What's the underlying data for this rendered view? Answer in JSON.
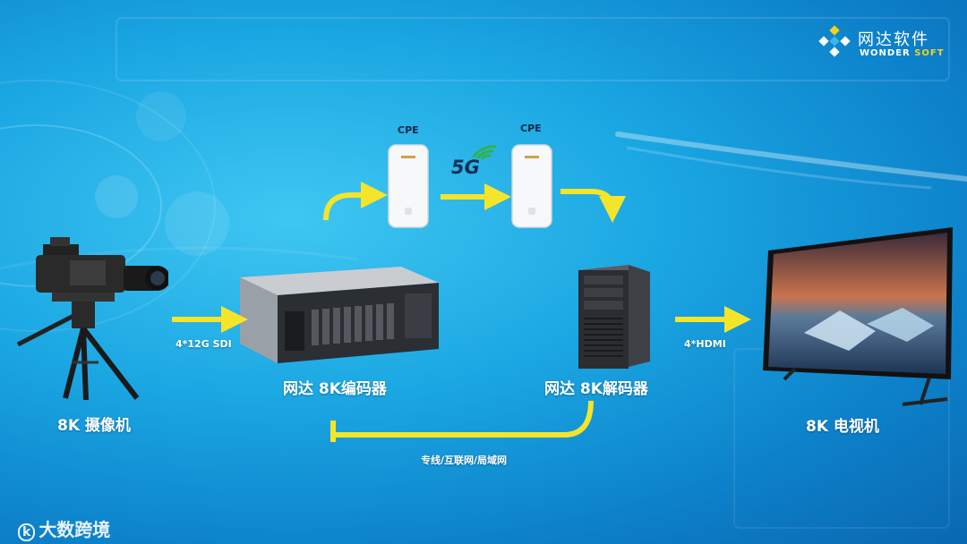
{
  "logo": {
    "name": "网达软件",
    "sub_main": "WONDER",
    "sub_accent": "SOFT"
  },
  "nodes": {
    "camera": "8K 摄像机",
    "encoder": "网达  8K编码器",
    "decoder": "网达  8K解码器",
    "tv": "8K 电视机",
    "cpe_left": "CPE",
    "cpe_right": "CPE",
    "network_5g": "5G"
  },
  "links": {
    "sdi": "4*12G SDI",
    "hdmi": "4*HDMI",
    "return_path": "专线/互联网/局域网"
  },
  "watermark": "大数跨境",
  "colors": {
    "arrow": "#f5e52a",
    "background": "#1aa6e2",
    "accent": "#f4d21b"
  }
}
